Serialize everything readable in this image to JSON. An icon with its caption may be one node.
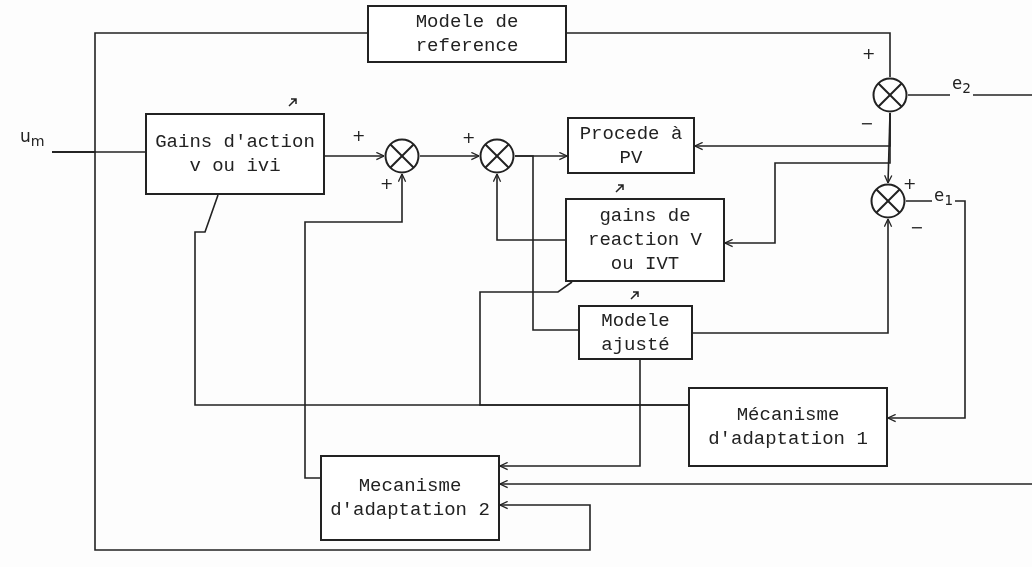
{
  "diagram": {
    "nodes": [
      {
        "text": [
          "Gains d'action v ou ivi"
        ]
      },
      {
        "text": [],
        "shape": "circle"
      },
      {
        "text": [],
        "shape": "circle"
      },
      {
        "text": [
          "Modele de reference"
        ]
      },
      {
        "text": [
          "Procede à PV"
        ]
      },
      {
        "text": [
          "gains de reaction V ou IVT"
        ]
      },
      {
        "text": [],
        "shape": "circle"
      },
      {
        "text": [],
        "shape": "circle"
      },
      {
        "text": [
          "Modele ajusté"
        ]
      },
      {
        "text": [
          "Mécanisme d'adaptation 1"
        ]
      },
      {
        "text": [
          "Mecanisme d'adaptation 2"
        ]
      },
      {
        "text": [
          "u$_{m}$"
        ]
      }
    ],
    "edges": [
      {
        "from": 11,
        "to": 0,
        "arrow": "none"
      },
      {
        "from": 11,
        "to": 3,
        "arrow": "none"
      },
      {
        "from": 11,
        "to": 10,
        "arrow": "to"
      },
      {
        "from": 0,
        "to": 1,
        "arrow": "to"
      },
      {
        "from": 1,
        "to": 2,
        "arrow": "to"
      },
      {
        "from": 2,
        "to": 4,
        "arrow": "to"
      },
      {
        "from": 3,
        "to": 6,
        "arrow": "none"
      },
      {
        "from": 6,
        "to": 4,
        "arrow": "to"
      },
      {
        "from": 6,
        "to": 7,
        "arrow": "to"
      },
      {
        "from": 6,
        "to": 5,
        "arrow": "to"
      },
      {
        "from": 5,
        "to": 2,
        "arrow": "to"
      },
      {
        "from": 2,
        "to": 8,
        "arrow": "none"
      },
      {
        "from": 8,
        "to": 7,
        "arrow": "to"
      },
      {
        "from": 7,
        "to": 9,
        "arrow": "to",
        "label": "e$_{1}$"
      },
      {
        "from": 9,
        "to": 0,
        "arrow": "none"
      },
      {
        "from": 9,
        "to": 5,
        "arrow": "none"
      },
      {
        "from": 10,
        "to": 1,
        "arrow": "to"
      },
      {
        "from": 8,
        "to": 10,
        "arrow": "to"
      },
      {
        "from": 6,
        "to": null,
        "arrow": "none",
        "label": "e$_{2}$"
      },
      {
        "from": null,
        "to": 10,
        "arrow": "to"
      }
    ],
    "labels": [
      "+",
      "−",
      "+",
      "+",
      "+",
      "+",
      "−"
    ]
  }
}
